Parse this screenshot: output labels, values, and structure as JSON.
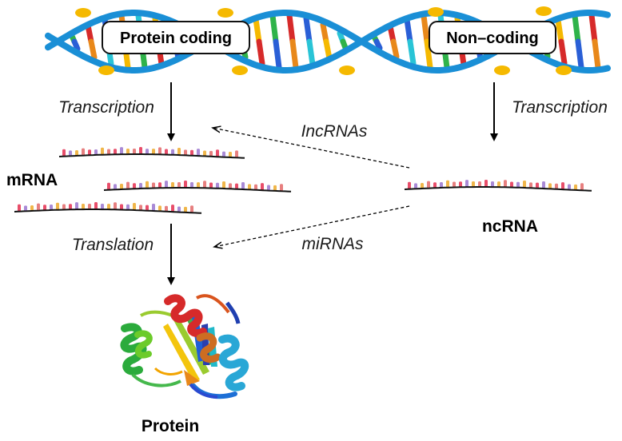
{
  "dna": {
    "left_box": "Protein coding",
    "right_box": "Non–coding"
  },
  "labels": {
    "transcription_left": "Transcription",
    "transcription_right": "Transcription",
    "lncrnas": "IncRNAs",
    "mirnas": "miRNAs",
    "translation": "Translation",
    "mrna": "mRNA",
    "ncrna": "ncRNA",
    "protein": "Protein"
  },
  "colors": {
    "dna_strand": "#1a8fd6",
    "base_colors": [
      "#f5b900",
      "#2fb34a",
      "#d62a2a",
      "#2a5fd6",
      "#e8881a",
      "#29c4d6"
    ],
    "rna_base_colors": [
      "#e77f7f",
      "#f0b64a",
      "#a98ad6",
      "#e84e6a"
    ],
    "arrow": "#000000"
  },
  "icons": {
    "protein": "protein-ribbon-structure-icon"
  }
}
